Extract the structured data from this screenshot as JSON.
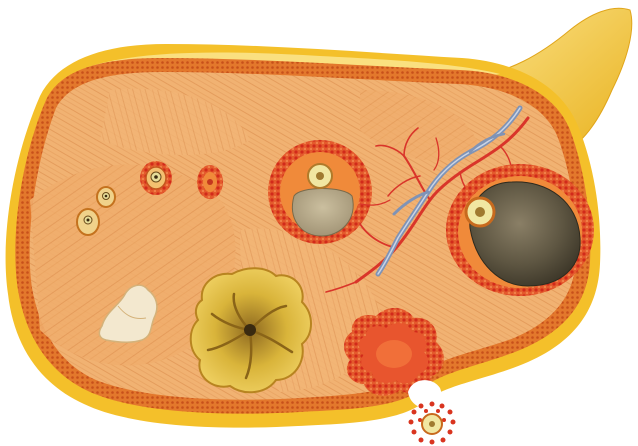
{
  "figure": {
    "subject": "ovary-cross-section-illustration",
    "colors": {
      "background": "#ffffff",
      "capsule_yellow": "#f4c02a",
      "capsule_highlight": "#fbe38a",
      "stroma": "#f1b272",
      "stroma_fiber": "#d98a4a",
      "border_dots": "#d8611c",
      "follicle_red": "#d9341f",
      "follicle_ring": "#f08a3a",
      "antrum_fluid": "#b4a488",
      "mature_antrum": "#5e5642",
      "corpus_luteum": "#d9b43a",
      "corpus_albicans": "#f3e8cf",
      "vein_blue": "#7f93b6",
      "artery_red": "#d9352a",
      "oocyte_yolk": "#e6dd9a"
    },
    "structures": [
      {
        "name": "ligament-stalk"
      },
      {
        "name": "ovarian-capsule"
      },
      {
        "name": "primordial-follicles",
        "count": 3
      },
      {
        "name": "primary-follicle"
      },
      {
        "name": "secondary-follicle"
      },
      {
        "name": "early-antral-follicle"
      },
      {
        "name": "mature-graafian-follicle"
      },
      {
        "name": "blood-vessels"
      },
      {
        "name": "corpus-albicans"
      },
      {
        "name": "corpus-luteum"
      },
      {
        "name": "ruptured-follicle"
      },
      {
        "name": "ovulated-oocyte"
      }
    ]
  }
}
